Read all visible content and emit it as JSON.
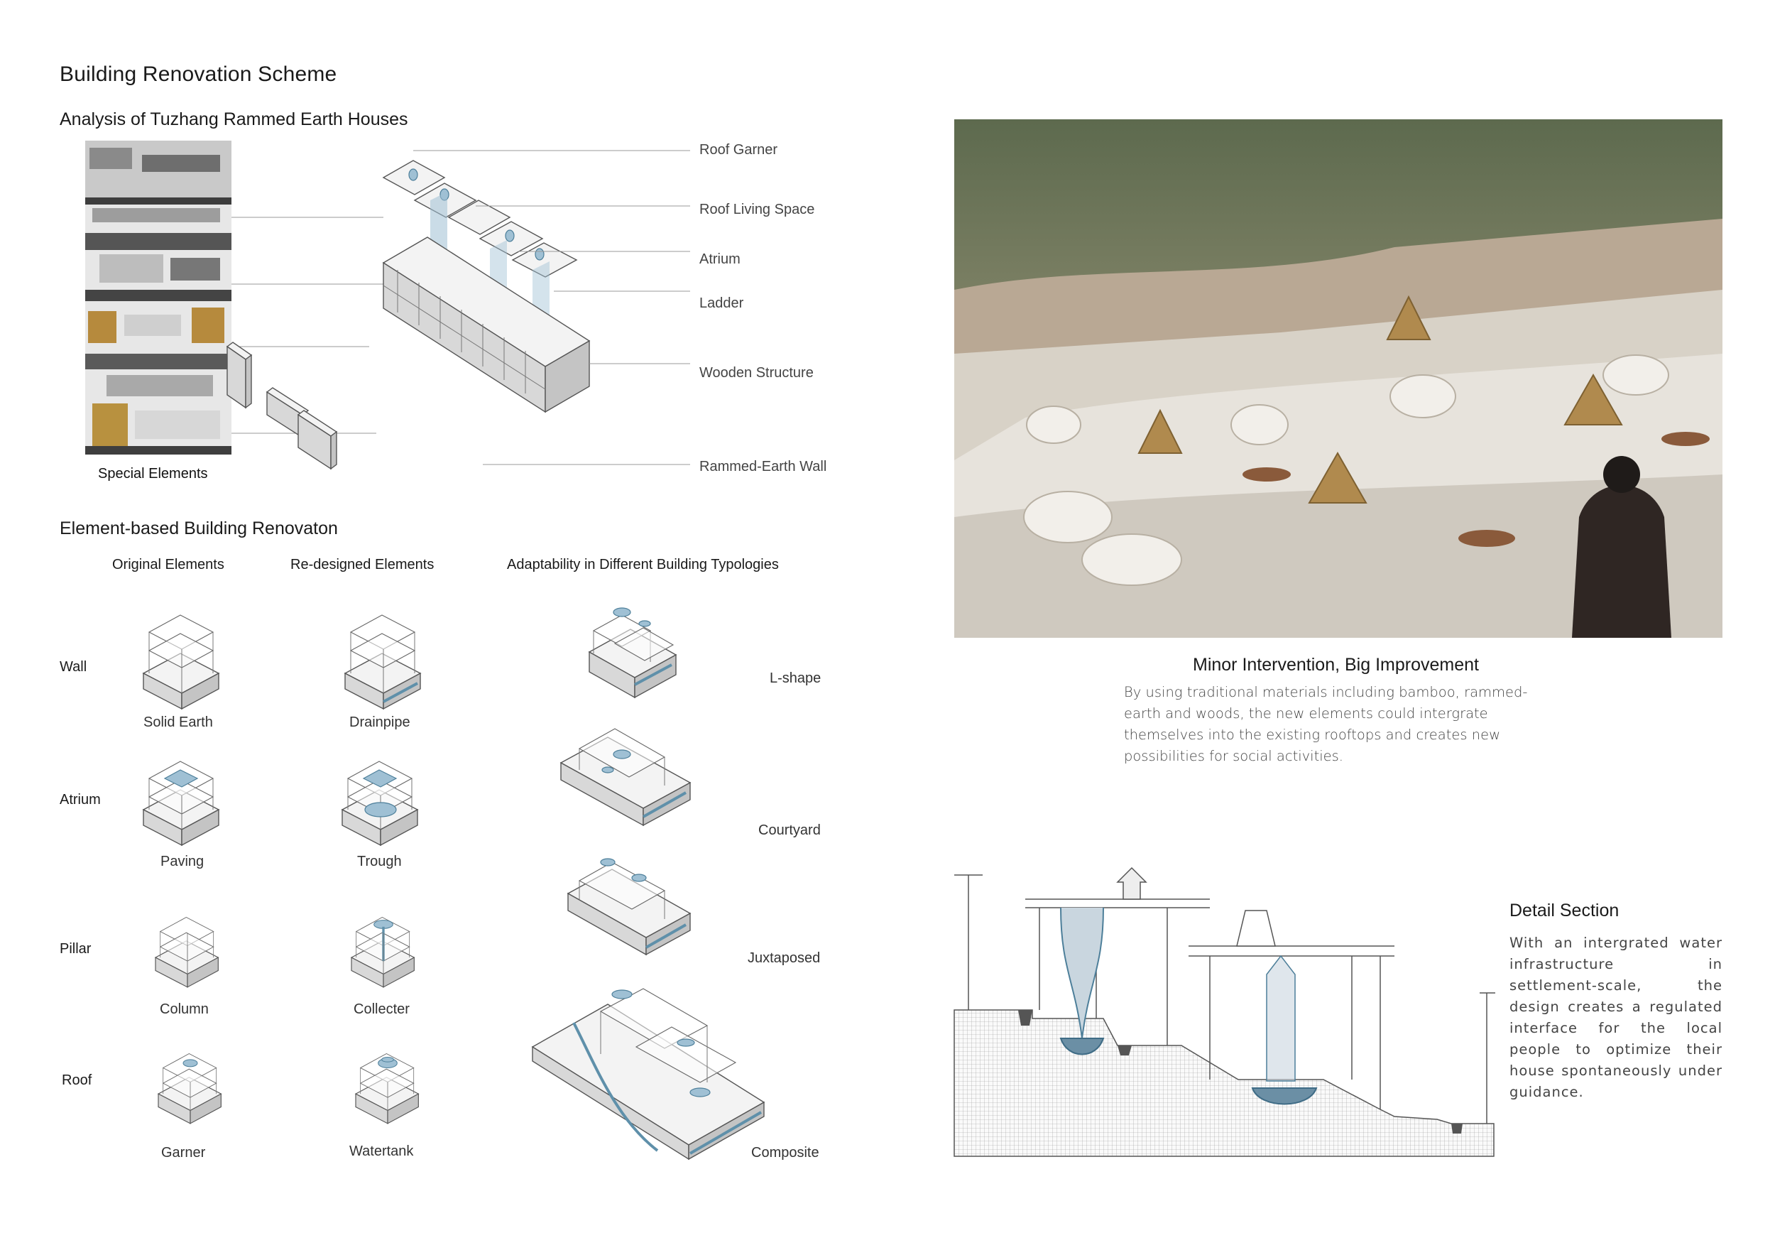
{
  "title": "Building Renovation Scheme",
  "analysis": {
    "heading": "Analysis of Tuzhang Rammed Earth Houses",
    "photo_caption": "Special Elements",
    "callouts": [
      "Roof Garner",
      "Roof Living Space",
      "Atrium",
      "Ladder",
      "Wooden Structure",
      "Rammed-Earth Wall"
    ]
  },
  "element_based": {
    "heading": "Element-based Building Renovaton",
    "col_original": "Original Elements",
    "col_redesigned": "Re-designed Elements",
    "col_adaptability": "Adaptability in Different Building Typologies",
    "rows": [
      {
        "label": "Wall",
        "original": "Solid Earth",
        "redesigned": "Drainpipe"
      },
      {
        "label": "Atrium",
        "original": "Paving",
        "redesigned": "Trough"
      },
      {
        "label": "Pillar",
        "original": "Column",
        "redesigned": "Collecter"
      },
      {
        "label": "Roof",
        "original": "Garner",
        "redesigned": "Watertank"
      }
    ],
    "typologies": [
      "L-shape",
      "Courtyard",
      "Juxtaposed",
      "Composite"
    ]
  },
  "render": {
    "heading": "Minor Intervention, Big Improvement",
    "text": "By using traditional materials including bamboo, rammed-earth and woods, the new elements could intergrate themselves into the existing rooftops and creates new possibilities for social activities."
  },
  "detail": {
    "heading": "Detail Section",
    "text": "With an intergrated water infrastructure in settlement-scale, the design creates a regulated interface for the local people to optimize their house spontaneously under guidance."
  },
  "colors": {
    "accent_blue": "#9fc0d4",
    "line_grey": "#555555"
  }
}
